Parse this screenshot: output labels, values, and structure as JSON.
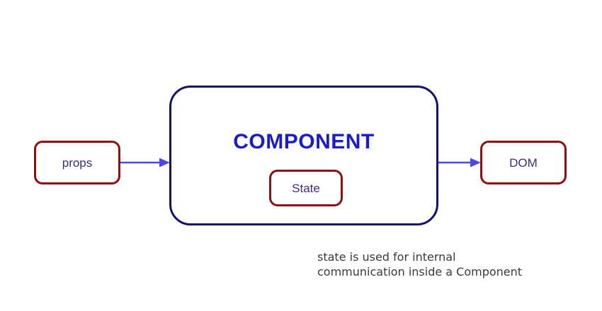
{
  "diagram": {
    "nodes": {
      "props": {
        "label": "props"
      },
      "component": {
        "label": "COMPONENT"
      },
      "state": {
        "label": "State"
      },
      "dom": {
        "label": "DOM"
      }
    },
    "arrows": [
      {
        "from": "props",
        "to": "component"
      },
      {
        "from": "component",
        "to": "dom"
      }
    ],
    "caption": {
      "line1": "state is used for internal",
      "line2": "communication inside a Component"
    }
  },
  "colors": {
    "background": "#ffffff",
    "red_border": "#8b1111",
    "navy_border": "#13136b",
    "component_text": "#1b1bca",
    "label_text": "#3e2b80",
    "arrow": "#4848ee",
    "caption_text": "#3a3a3a"
  }
}
